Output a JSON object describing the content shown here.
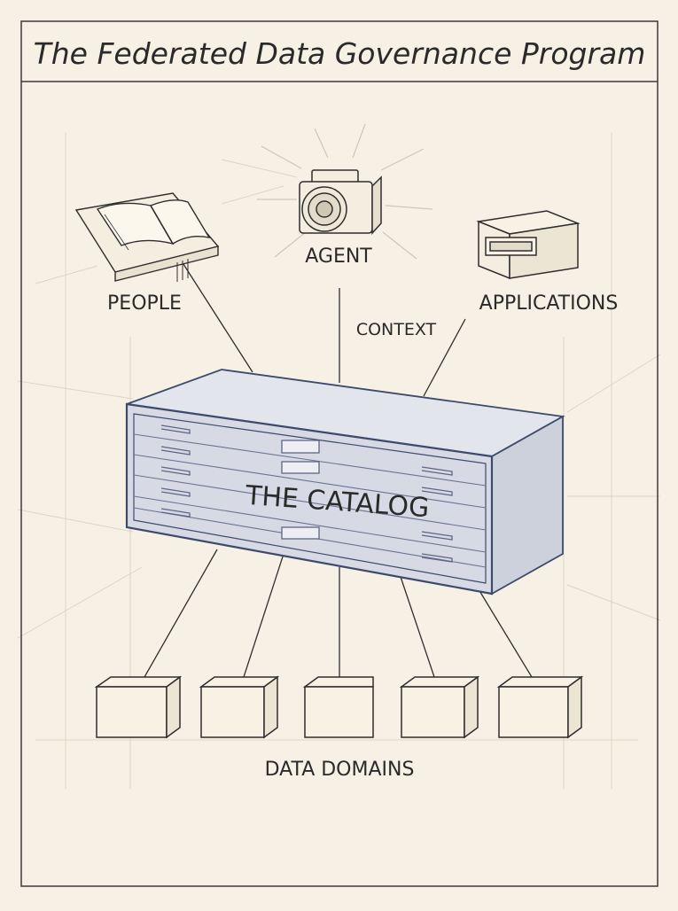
{
  "title": "The Federated Data Governance Program",
  "labels": {
    "people": "PEOPLE",
    "agent": "AGENT",
    "applications": "APPLICATIONS",
    "context": "CONTEXT",
    "catalog": "THE CATALOG",
    "data_domains": "DATA DOMAINS"
  },
  "colors": {
    "background": "#f6f1e4",
    "ink": "#2a2a2a",
    "catalog_fill": "#c9ccd6",
    "catalog_front": "#dadde6",
    "catalog_edge": "#3d4a6b",
    "guide_line": "#ddd6c6"
  },
  "icons": {
    "people": "open-book-lectern-icon",
    "agent": "camera-icon",
    "applications": "device-box-icon",
    "catalog": "flat-file-cabinet-icon",
    "domain": "box-icon"
  },
  "domain_count": 5
}
